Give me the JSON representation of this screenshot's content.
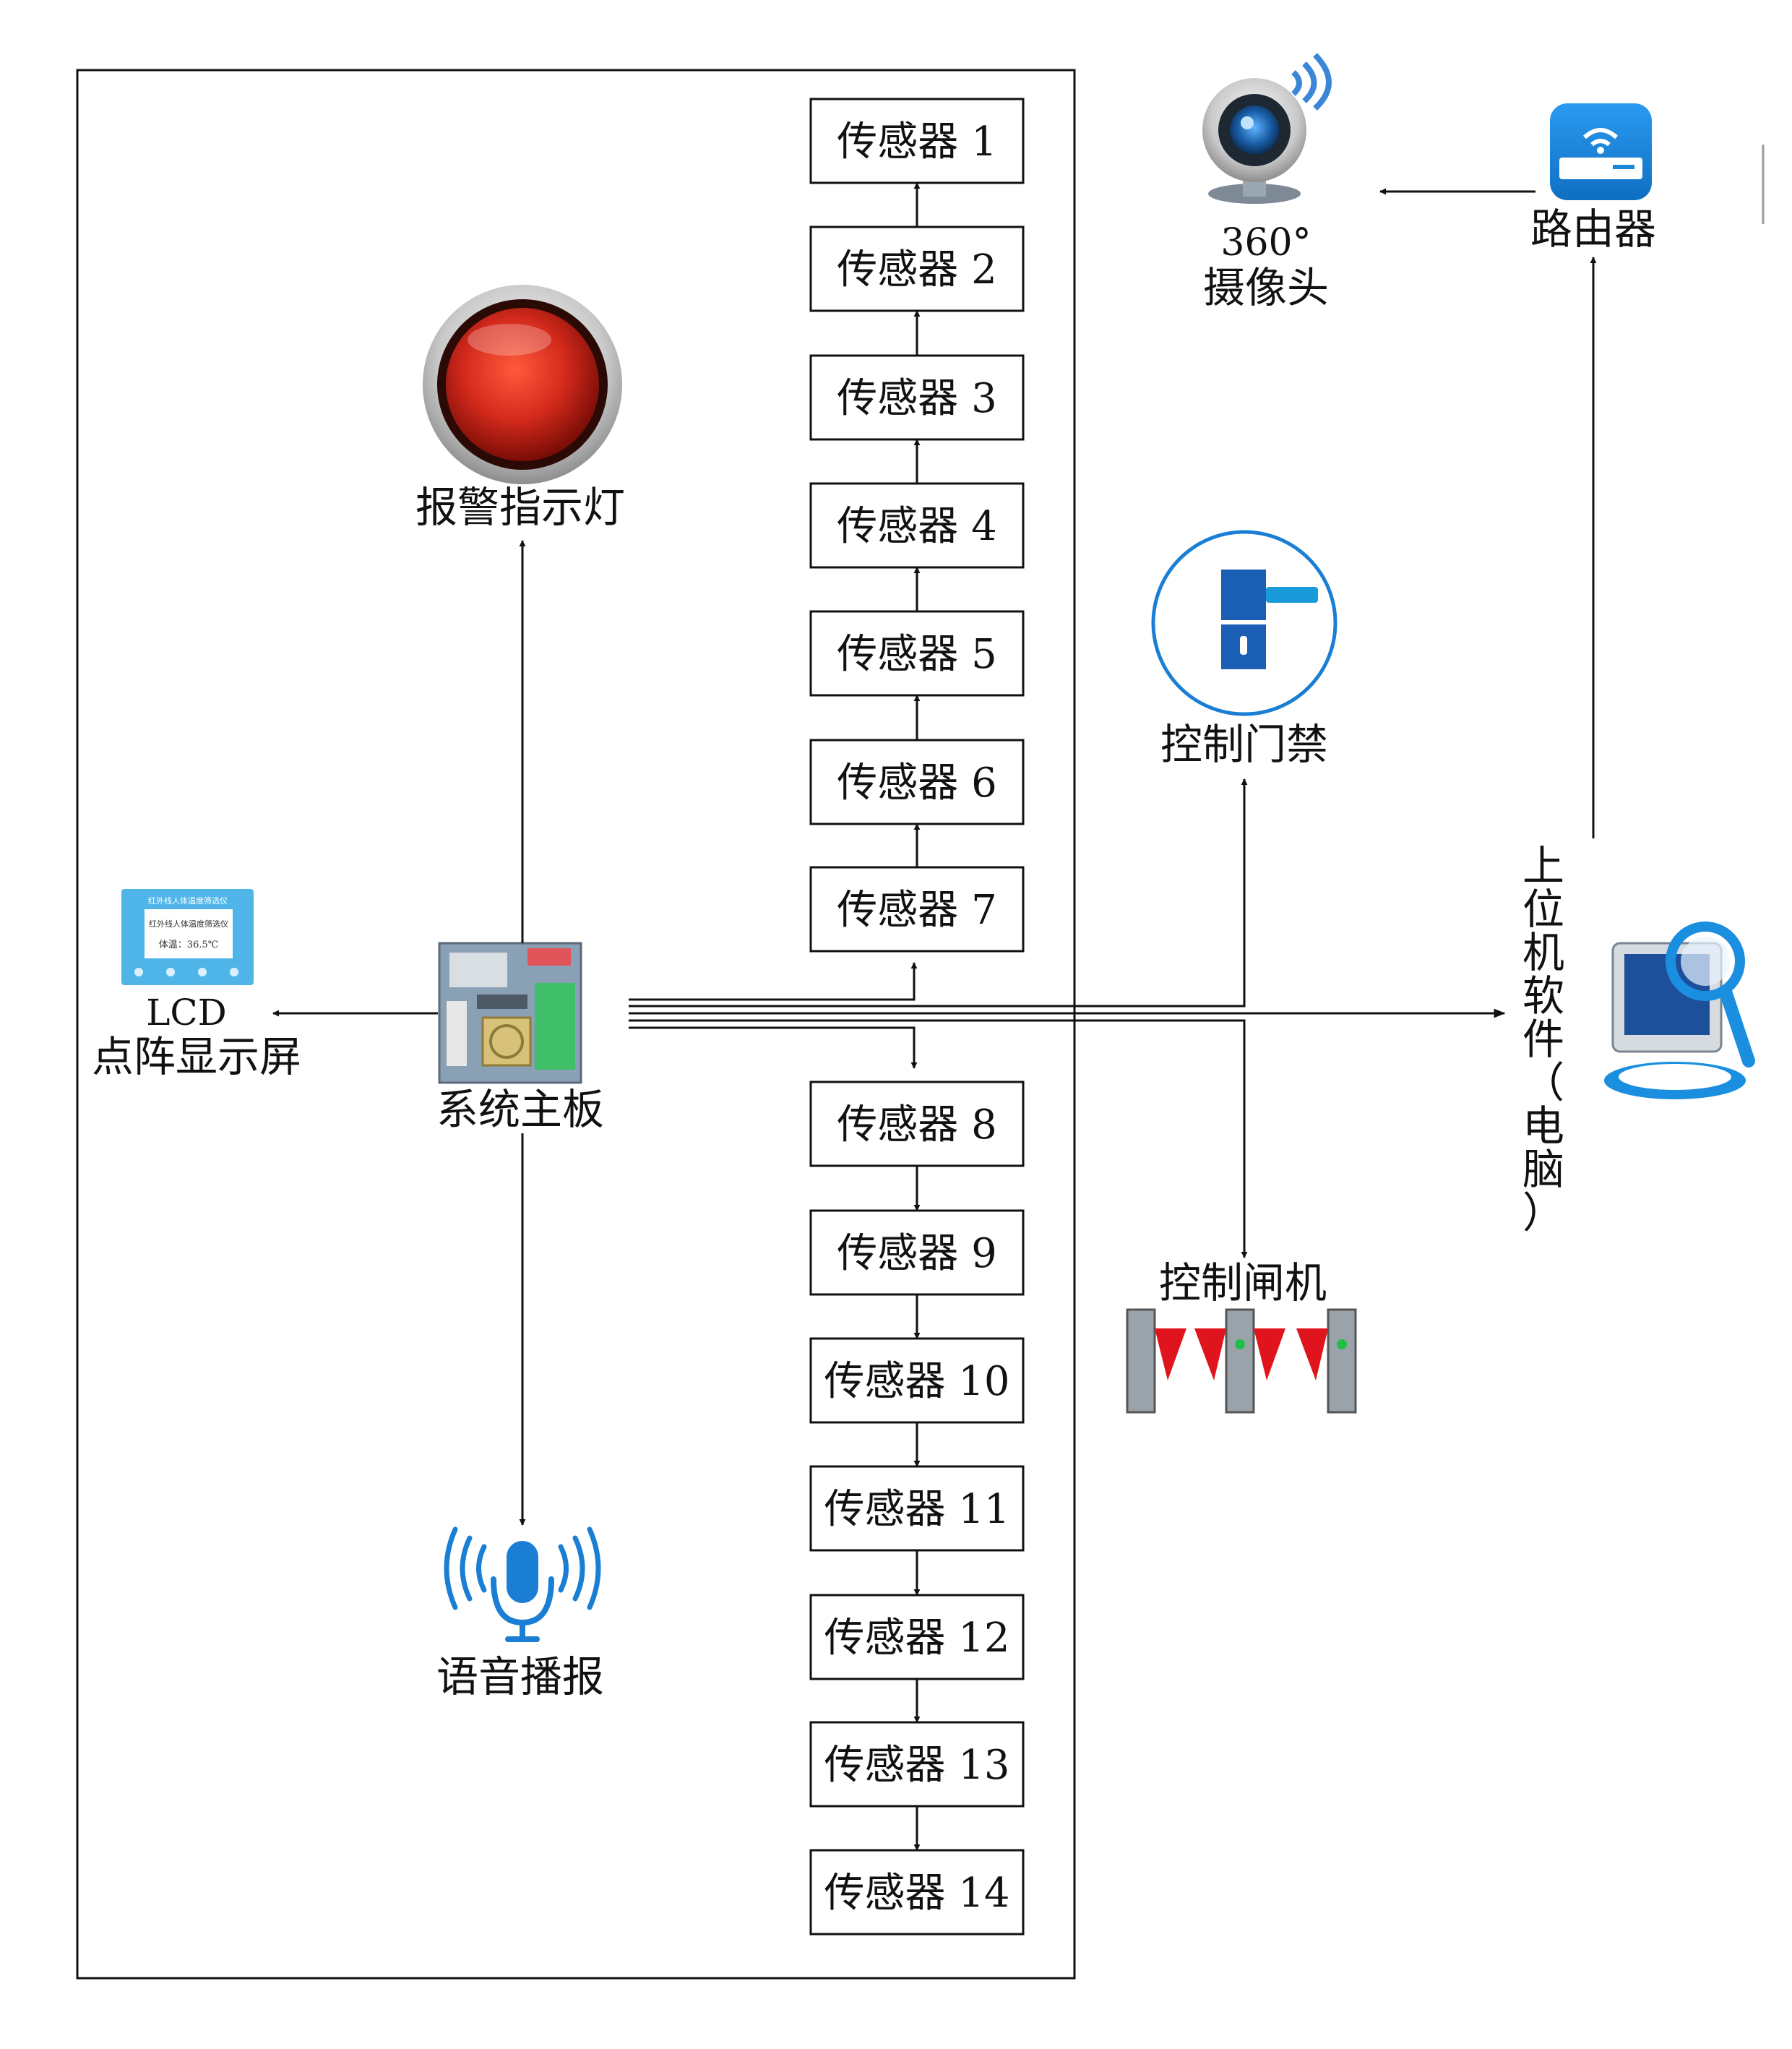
{
  "sensors": [
    "传感器 1",
    "传感器 2",
    "传感器 3",
    "传感器 4",
    "传感器 5",
    "传感器 6",
    "传感器 7",
    "传感器 8",
    "传感器 9",
    "传感器 10",
    "传感器 11",
    "传感器 12",
    "传感器 13",
    "传感器 14"
  ],
  "labels": {
    "alarm": "报警指示灯",
    "lcd_line1": "LCD",
    "lcd_line2": "点阵显示屏",
    "mainboard": "系统主板",
    "voice": "语音播报",
    "camera_line1": "360°",
    "camera_line2": "摄像头",
    "router": "路由器",
    "door": "控制门禁",
    "gate": "控制闸机",
    "pc_software": "上位机软件（电脑）"
  },
  "lcd_screen": {
    "header": "红外线人体温度筛选仪",
    "subheader": "红外线人体温度筛选仪",
    "reading": "体温：36.5℃"
  },
  "icons": {
    "alarm": "alarm-light-icon",
    "lcd": "lcd-panel-icon",
    "mainboard": "circuit-board-icon",
    "voice": "microphone-icon",
    "camera": "webcam-icon",
    "router": "router-icon",
    "door": "door-handle-icon",
    "gate": "turnstile-gate-icon",
    "pc": "computer-search-icon"
  },
  "colors": {
    "line": "#111111",
    "alarm_red": "#d42a1c",
    "blue_icon": "#1a7fd4",
    "router_blue": "#1a86d8",
    "gate_red": "#e0141c"
  }
}
